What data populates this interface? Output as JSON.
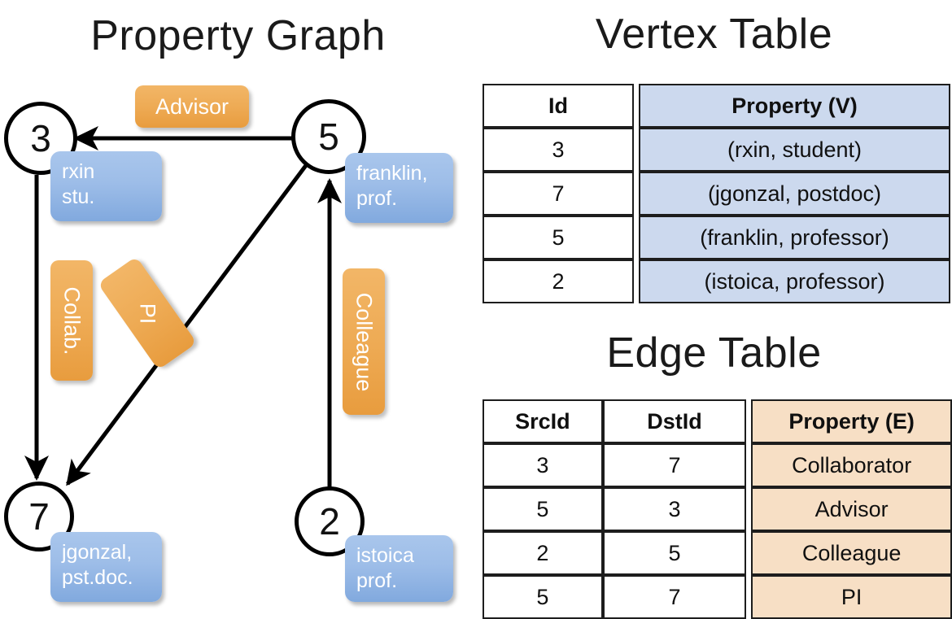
{
  "titles": {
    "property_graph": "Property Graph",
    "vertex_table": "Vertex Table",
    "edge_table": "Edge Table"
  },
  "graph": {
    "nodes": [
      {
        "id": "3",
        "label": "3",
        "property_line1": "rxin",
        "property_line2": "stu."
      },
      {
        "id": "5",
        "label": "5",
        "property_line1": "franklin,",
        "property_line2": "prof."
      },
      {
        "id": "7",
        "label": "7",
        "property_line1": "jgonzal,",
        "property_line2": "pst.doc."
      },
      {
        "id": "2",
        "label": "2",
        "property_line1": "istoica",
        "property_line2": "prof."
      }
    ],
    "edge_labels": [
      {
        "name": "advisor",
        "text": "Advisor"
      },
      {
        "name": "collab",
        "text": "Collab."
      },
      {
        "name": "pi",
        "text": "PI"
      },
      {
        "name": "colleague",
        "text": "Colleague"
      }
    ],
    "colors": {
      "vertex_property_fill": "#9dbde8",
      "edge_label_fill": "#eeab55",
      "node_stroke": "#000000",
      "edge_stroke": "#000000"
    }
  },
  "vertex_table": {
    "headers": [
      "Id",
      "Property (V)"
    ],
    "rows": [
      {
        "id": "3",
        "property": "(rxin, student)"
      },
      {
        "id": "7",
        "property": "(jgonzal, postdoc)"
      },
      {
        "id": "5",
        "property": "(franklin, professor)"
      },
      {
        "id": "2",
        "property": "(istoica, professor)"
      }
    ],
    "property_column_color": "#ccd9ee"
  },
  "edge_table": {
    "headers": [
      "SrcId",
      "DstId",
      "Property (E)"
    ],
    "rows": [
      {
        "src": "3",
        "dst": "7",
        "property": "Collaborator"
      },
      {
        "src": "5",
        "dst": "3",
        "property": "Advisor"
      },
      {
        "src": "2",
        "dst": "5",
        "property": "Colleague"
      },
      {
        "src": "5",
        "dst": "7",
        "property": "PI"
      }
    ],
    "property_column_color": "#f7dfc5"
  }
}
